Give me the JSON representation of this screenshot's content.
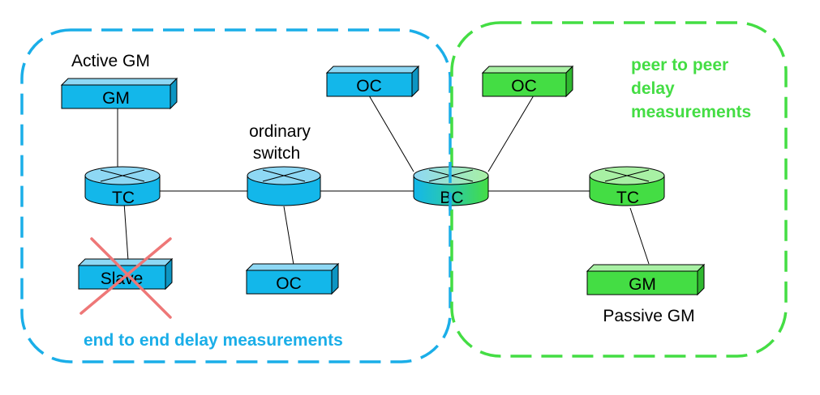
{
  "colors": {
    "blue_region": "#1aaee8",
    "green_region": "#44dd44",
    "blue_fill": "#13b7ea",
    "blue_top": "#8ed8f4",
    "green_fill": "#44dd44",
    "green_top": "#a8f0a4",
    "cross": "#ee7777"
  },
  "regions": {
    "end_to_end": "end to end delay measurements",
    "peer_to_peer": [
      "peer to peer",
      "delay",
      "measurements"
    ]
  },
  "labels": {
    "active_gm": "Active GM",
    "ordinary_switch": [
      "ordinary",
      "switch"
    ],
    "passive_gm": "Passive GM"
  },
  "nodes": {
    "gm_active": "GM",
    "tc_left": "TC",
    "slave": "Slave",
    "switch": "",
    "oc_bottom": "OC",
    "oc_top_blue": "OC",
    "bc": "BC",
    "oc_top_green": "OC",
    "tc_right": "TC",
    "gm_passive": "GM"
  }
}
